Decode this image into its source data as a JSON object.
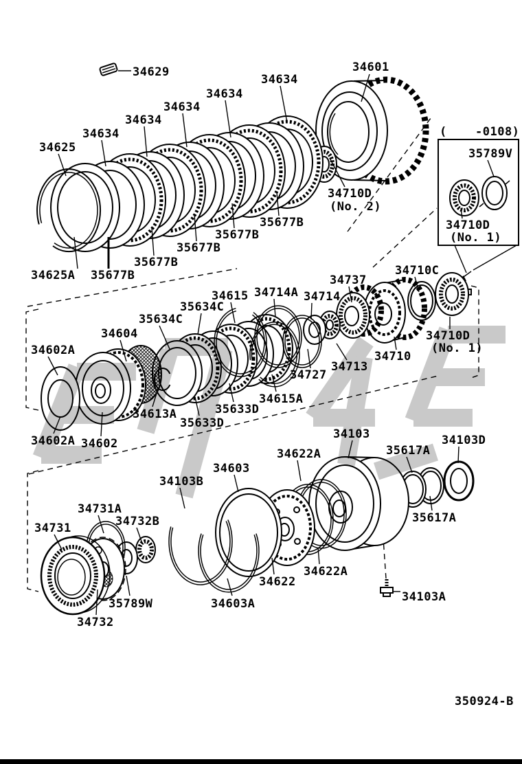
{
  "colors": {
    "ink": "#000000",
    "paper": "#ffffff",
    "watermark": "#c9c9c9"
  },
  "sheet": {
    "code": "350924-B"
  },
  "inset": {
    "range_open": "(",
    "range_val": "-0108)"
  },
  "parts": {
    "34629": "34629",
    "34601": "34601",
    "34634": "34634",
    "34625": "34625",
    "34625A": "34625A",
    "35677B": "35677B",
    "34710D": "34710D",
    "no1": "(No. 1)",
    "no2": "(No. 2)",
    "35789V": "35789V",
    "35634C": "35634C",
    "34604": "34604",
    "34602A": "34602A",
    "34602": "34602",
    "34613A": "34613A",
    "35633D": "35633D",
    "34615": "34615",
    "34615A": "34615A",
    "34714A": "34714A",
    "34714": "34714",
    "34737": "34737",
    "34727": "34727",
    "34713": "34713",
    "34710": "34710",
    "34710C": "34710C",
    "34103": "34103",
    "34103A": "34103A",
    "34103B": "34103B",
    "34103D": "34103D",
    "34603": "34603",
    "34603A": "34603A",
    "34622": "34622",
    "34622A": "34622A",
    "35617A": "35617A",
    "34731": "34731",
    "34731A": "34731A",
    "34732": "34732",
    "34732B": "34732B",
    "35789W": "35789W"
  }
}
